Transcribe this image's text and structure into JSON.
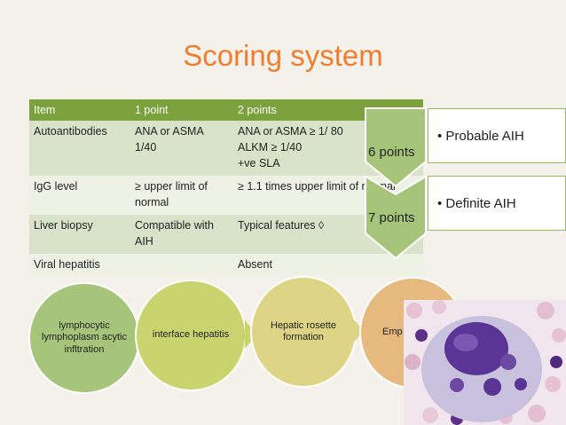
{
  "title": "Scoring system",
  "table": {
    "headers": [
      "Item",
      "1 point",
      "2 points"
    ],
    "rows": [
      [
        "Autoantibodies",
        "ANA or ASMA\n1/40",
        "ANA or ASMA ≥ 1/ 80\nALKM ≥ 1/40\n+ve SLA"
      ],
      [
        "IgG level",
        "≥ upper limit of normal",
        "≥ 1.1 times upper limit of normal"
      ],
      [
        "Liver biopsy",
        "Compatible with AIH",
        "Typical features ◊"
      ],
      [
        "Viral hepatitis",
        "",
        "Absent"
      ]
    ]
  },
  "scores": [
    {
      "points": "6 points",
      "result": "• Probable AIH"
    },
    {
      "points": "7 points",
      "result": "• Definite AIH"
    }
  ],
  "process": [
    "lymphocytic lymphoplasm acytic infltration",
    "interface hepatitis",
    "Hepatic rosette formation",
    "Emp"
  ],
  "colors": {
    "accent": "#f07d2e",
    "header": "#7aa13c",
    "circle1": "#a7c57a",
    "circle2": "#c9d46e",
    "circle3": "#ddd585",
    "circle4": "#e6b97e"
  }
}
